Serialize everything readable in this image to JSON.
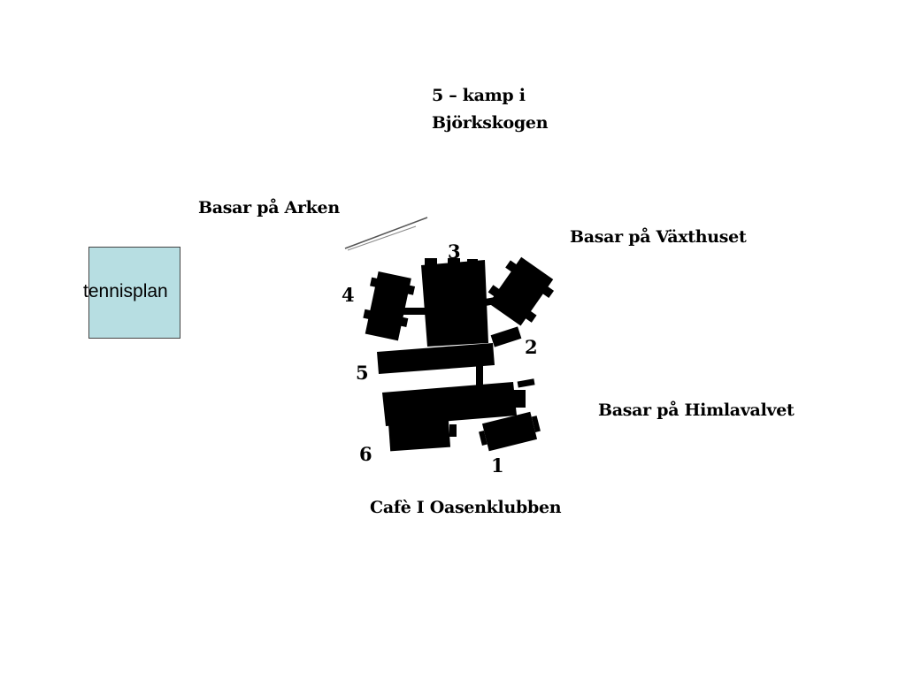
{
  "title": {
    "line1": "5 – kamp i",
    "line2": "Björkskogen"
  },
  "locations": {
    "arken": "Basar på Arken",
    "vaxthuset": "Basar på Växthuset",
    "himlavalvet": "Basar på Himlavalvet",
    "cafe": "Cafè I Oasenklubben"
  },
  "tennis": {
    "label": "tennisplan",
    "color": "#b7dee2"
  },
  "markers": {
    "m1": "1",
    "m2": "2",
    "m3": "3",
    "m4": "4",
    "m5": "5",
    "m6": "6"
  },
  "colors": {
    "building": "#000000",
    "background": "#ffffff"
  }
}
